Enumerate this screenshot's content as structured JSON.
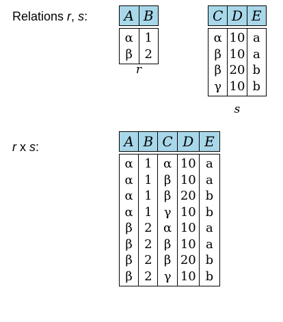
{
  "labels": {
    "relations_prefix": "Relations ",
    "relations_r": "r",
    "relations_sep": ", ",
    "relations_s": "s",
    "relations_suffix": ":",
    "product_r": "r",
    "product_op": " x ",
    "product_s": "s",
    "product_suffix": ":"
  },
  "relation_r": {
    "caption": "r",
    "columns": [
      "A",
      "B"
    ],
    "rows": [
      [
        "α",
        "1"
      ],
      [
        "β",
        "2"
      ]
    ]
  },
  "relation_s": {
    "caption": "s",
    "columns": [
      "C",
      "D",
      "E"
    ],
    "rows": [
      [
        "α",
        "10",
        "a"
      ],
      [
        "β",
        "10",
        "a"
      ],
      [
        "β",
        "20",
        "b"
      ],
      [
        "γ",
        "10",
        "b"
      ]
    ]
  },
  "relation_rxs": {
    "columns": [
      "A",
      "B",
      "C",
      "D",
      "E"
    ],
    "rows": [
      [
        "α",
        "1",
        "α",
        "10",
        "a"
      ],
      [
        "α",
        "1",
        "β",
        "10",
        "a"
      ],
      [
        "α",
        "1",
        "β",
        "20",
        "b"
      ],
      [
        "α",
        "1",
        "γ",
        "10",
        "b"
      ],
      [
        "β",
        "2",
        "α",
        "10",
        "a"
      ],
      [
        "β",
        "2",
        "β",
        "10",
        "a"
      ],
      [
        "β",
        "2",
        "β",
        "20",
        "b"
      ],
      [
        "β",
        "2",
        "γ",
        "10",
        "b"
      ]
    ]
  },
  "colors": {
    "header_fill": "#a8d7ea",
    "border": "#000000"
  }
}
